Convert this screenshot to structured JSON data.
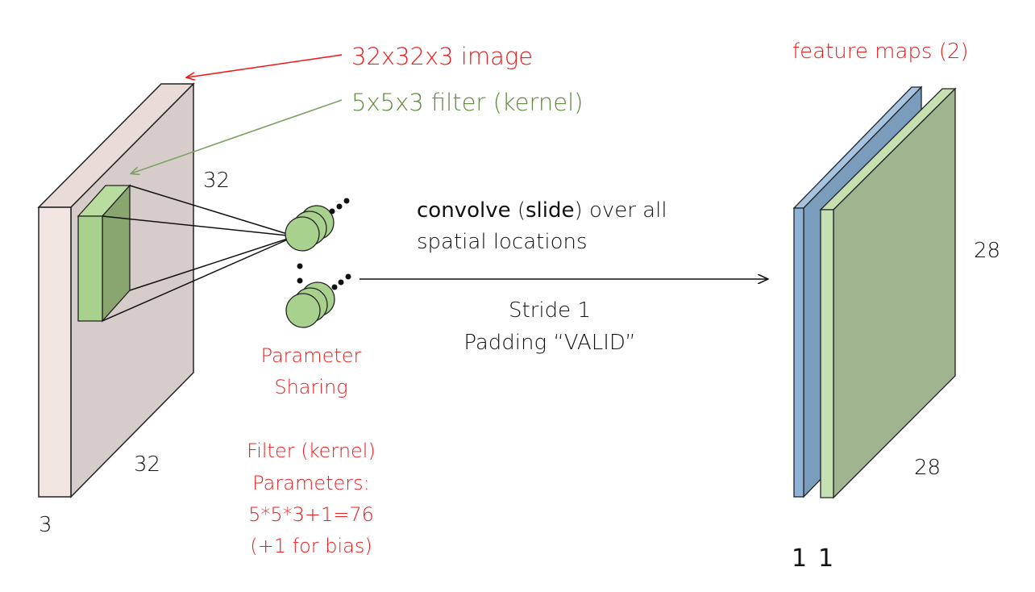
{
  "annotations": {
    "image_label": "32x32x3 image",
    "filter_label": "5x5x3 filter (kernel)",
    "feature_maps_label": "feature maps (2)"
  },
  "input_volume": {
    "height": "32",
    "width": "32",
    "depth": "3"
  },
  "operation": {
    "convolve_word": "convolve",
    "slide_word": "slide",
    "line1_rest": "over all",
    "line2": "spatial locations",
    "stride": "Stride 1",
    "padding": "Padding “VALID”"
  },
  "sharing": {
    "line1": "Parameter",
    "line2": "Sharing"
  },
  "params": {
    "line1": "Filter (kernel)",
    "line2": "Parameters:",
    "line3": "5*5*3+1=76",
    "line4": "(+1 for bias)"
  },
  "output": {
    "height": "28",
    "width": "28",
    "depth_a": "1",
    "depth_b": "1"
  },
  "colors": {
    "annotation_red": "#ee1c1c",
    "annotation_green": "#5e8a3e",
    "input_front": "#f1e6e2",
    "input_face": "#d6cdcb",
    "filter_green": "#a9d18e",
    "map_blue": "#8eb3d6",
    "map_green": "#9eb58f"
  }
}
